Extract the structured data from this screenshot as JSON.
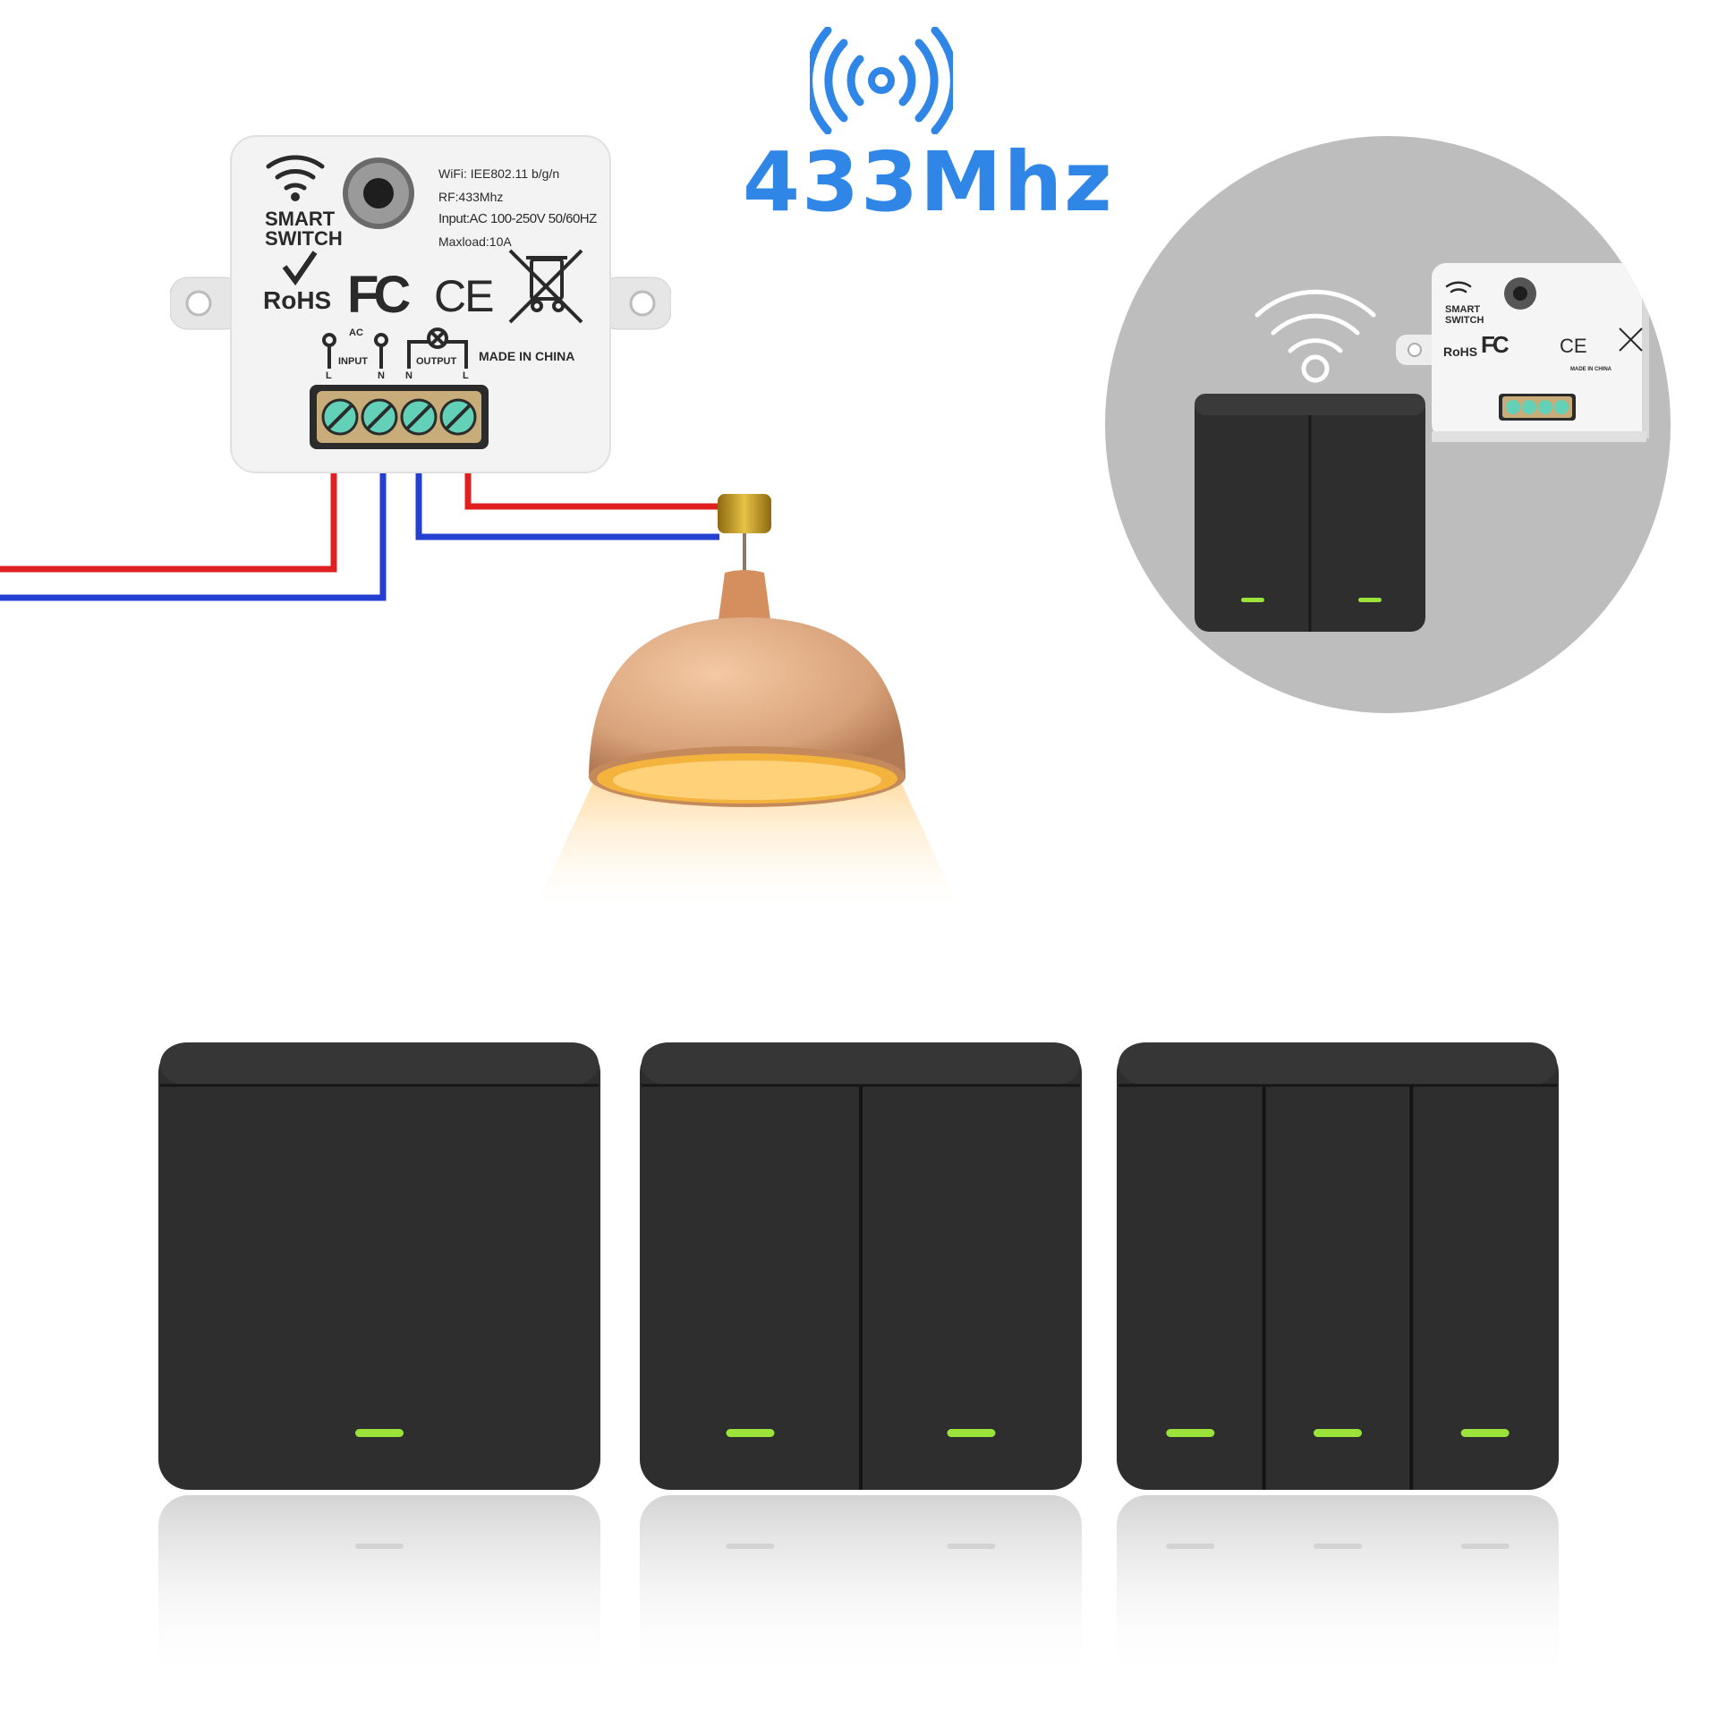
{
  "frequency_label": "433Mhz",
  "module": {
    "brand_line1": "SMART",
    "brand_line2": "SWITCH",
    "spec_wifi": "WiFi: IEE802.11 b/g/n",
    "spec_rf": "RF:433Mhz",
    "spec_input": "Input:AC 100-250V 50/60HZ",
    "spec_maxload": "Maxload:10A",
    "cert_rohs": "RoHS",
    "cert_fc": "FC",
    "cert_ce": "CE",
    "ac_label": "AC",
    "input_label": "INPUT",
    "output_label": "OUTPUT",
    "terminal_l1": "L",
    "terminal_n1": "N",
    "terminal_n2": "N",
    "terminal_l2": "L",
    "origin": "MADE IN CHINA"
  },
  "inset_module": {
    "brand_line1": "SMART",
    "brand_line2": "SWITCH",
    "cert_rohs": "RoHS",
    "cert_fc": "FC",
    "cert_ce": "CE",
    "origin": "MADE IN CHINA"
  },
  "colors": {
    "accent_blue": "#2F86E6",
    "wire_red": "#E02020",
    "wire_blue": "#2340D0",
    "switch_body": "#2E2E2E",
    "indicator_green": "#9BE23A",
    "inset_bg": "#BDBDBD"
  },
  "switch_panels": [
    {
      "name": "1-gang",
      "gangs": 1
    },
    {
      "name": "2-gang",
      "gangs": 2
    },
    {
      "name": "3-gang",
      "gangs": 3
    }
  ]
}
